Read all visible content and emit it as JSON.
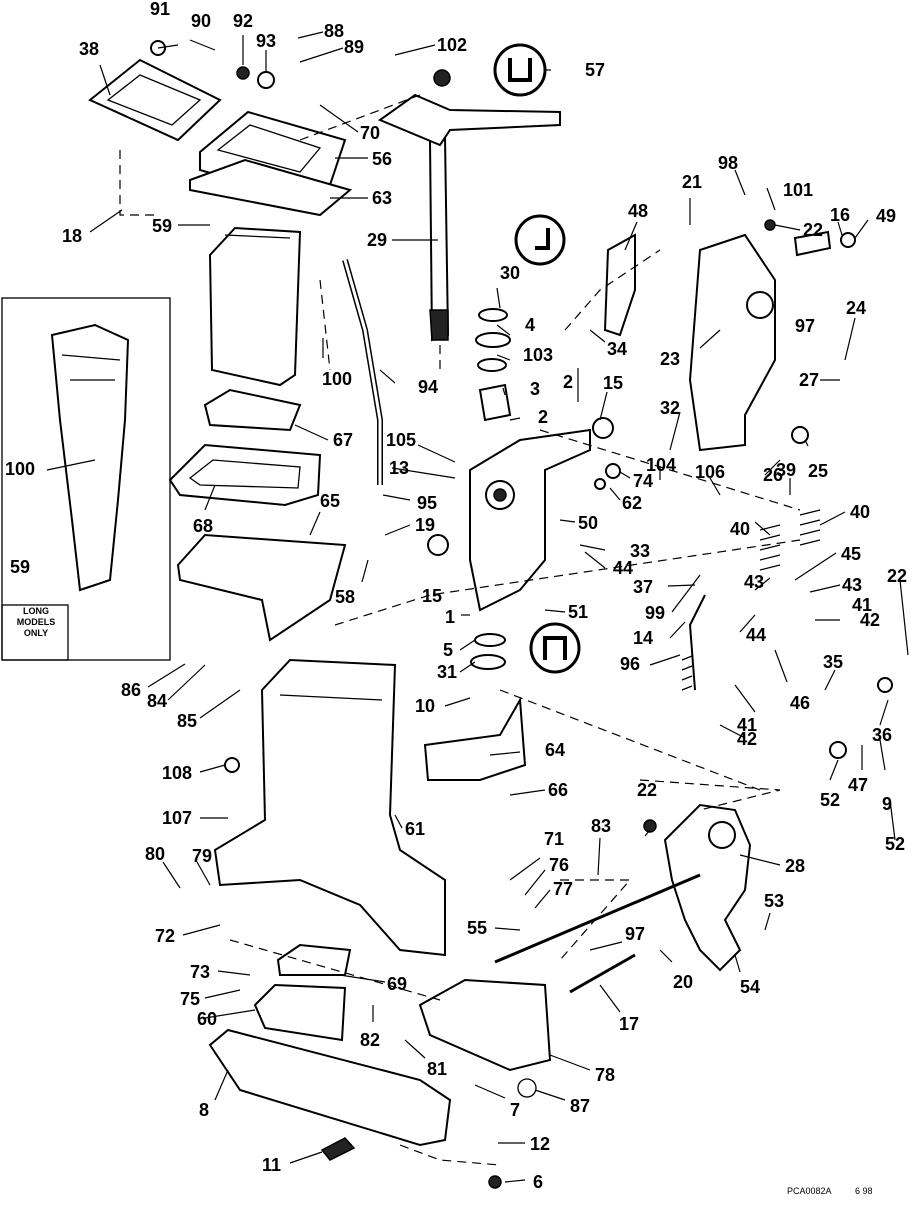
{
  "diagram": {
    "labels": [
      "91",
      "90",
      "92",
      "93",
      "88",
      "89",
      "102",
      "57",
      "38",
      "70",
      "56",
      "63",
      "18",
      "59",
      "29",
      "30",
      "4",
      "103",
      "3",
      "2",
      "15",
      "100",
      "94",
      "67",
      "105",
      "13",
      "95",
      "19",
      "68",
      "65",
      "58",
      "1",
      "5",
      "31",
      "51",
      "10",
      "64",
      "66",
      "86",
      "84",
      "85",
      "108",
      "107",
      "61",
      "80",
      "79",
      "72",
      "73",
      "75",
      "60",
      "69",
      "82",
      "81",
      "8",
      "11",
      "12",
      "6",
      "7",
      "87",
      "78",
      "71",
      "76",
      "77",
      "55",
      "97",
      "20",
      "17",
      "83",
      "98",
      "21",
      "101",
      "48",
      "22",
      "16",
      "49",
      "34",
      "23",
      "24",
      "27",
      "32",
      "104",
      "106",
      "74",
      "62",
      "26",
      "25",
      "39",
      "40",
      "50",
      "33",
      "44",
      "37",
      "99",
      "14",
      "96",
      "41",
      "42",
      "43",
      "45",
      "35",
      "46",
      "36",
      "47",
      "9",
      "52",
      "28",
      "53",
      "54"
    ],
    "inset_note": [
      "LONG",
      "MODELS",
      "ONLY"
    ],
    "drawing_code": "PCA0082A",
    "drawing_date": "6 98"
  }
}
